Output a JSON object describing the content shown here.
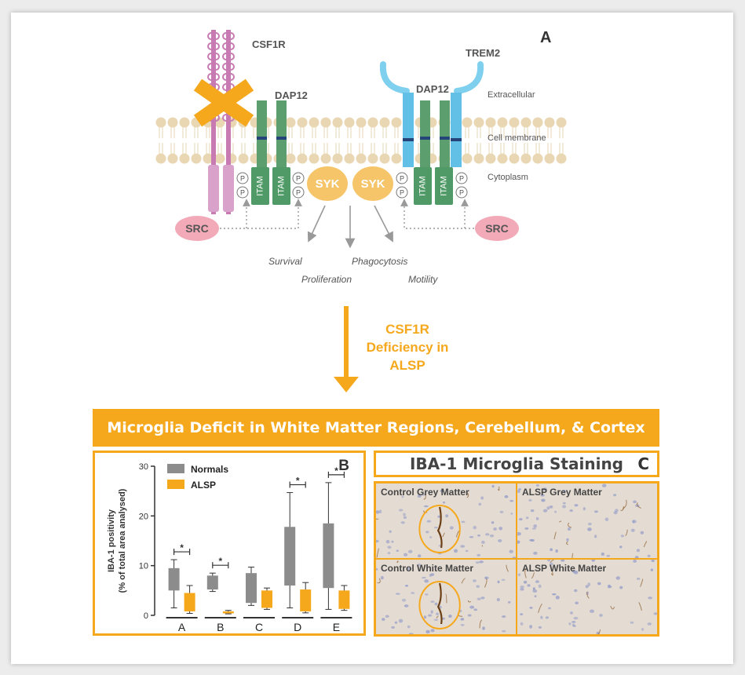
{
  "panel_a": {
    "letter": "A",
    "labels": {
      "csf1r": "CSF1R",
      "dap12_left": "DAP12",
      "dap12_right": "DAP12",
      "trem2": "TREM2",
      "extracellular": "Extracellular",
      "cell_membrane": "Cell membrane",
      "cytoplasm": "Cytoplasm",
      "syk_left": "SYK",
      "syk_right": "SYK",
      "src_left": "SRC",
      "src_right": "SRC",
      "itam": "ITAM",
      "p": "P"
    },
    "outcomes": {
      "survival": "Survival",
      "proliferation": "Proliferation",
      "phagocytosis": "Phagocytosis",
      "motility": "Motility"
    }
  },
  "arrow_label": {
    "line1": "CSF1R",
    "line2": "Deficiency in",
    "line3": "ALSP"
  },
  "banner": "Microglia Deficit in White Matter Regions, Cerebellum, & Cortex",
  "panel_b": {
    "letter": "B",
    "star": "*",
    "chart_data": {
      "type": "box",
      "categories": [
        "A",
        "B",
        "C",
        "D",
        "E"
      ],
      "ylabel_line1": "IBA-1 positivity",
      "ylabel_line2": "(% of total area analysed)",
      "ylim": [
        0,
        30
      ],
      "yticks": [
        "0",
        "10",
        "20",
        "30"
      ],
      "legend_placement": "top-left",
      "significant": [
        true,
        true,
        false,
        true,
        true
      ],
      "series": [
        {
          "name": "Normals",
          "color": "#8c8c8c",
          "boxes": [
            {
              "min": 1.5,
              "q1": 5,
              "q3": 9.5,
              "max": 11.2
            },
            {
              "min": 4.8,
              "q1": 5.2,
              "q3": 8,
              "max": 8.5
            },
            {
              "min": 2,
              "q1": 2.5,
              "q3": 8.5,
              "max": 9.7
            },
            {
              "min": 1.5,
              "q1": 6,
              "q3": 17.8,
              "max": 24.7
            },
            {
              "min": 1.2,
              "q1": 5.5,
              "q3": 18.5,
              "max": 26.7
            }
          ]
        },
        {
          "name": "ALSP",
          "color": "#f5a81c",
          "boxes": [
            {
              "min": 0.4,
              "q1": 0.8,
              "q3": 4.5,
              "max": 6
            },
            {
              "min": 0.3,
              "q1": 0.4,
              "q3": 0.8,
              "max": 1
            },
            {
              "min": 1.2,
              "q1": 1.5,
              "q3": 5,
              "max": 5.5
            },
            {
              "min": 0.5,
              "q1": 0.8,
              "q3": 5.2,
              "max": 6.6
            },
            {
              "min": 1,
              "q1": 1.3,
              "q3": 5,
              "max": 6
            }
          ]
        }
      ]
    }
  },
  "panel_c": {
    "title": "IBA-1 Microglia Staining",
    "letter": "C",
    "cells": [
      "Control Grey Matter",
      "ALSP Grey Matter",
      "Control White Matter",
      "ALSP White Matter"
    ]
  },
  "colors": {
    "accent": "#f5a81c",
    "membrane_head": "#e6d3ae",
    "dap12": "#5c9e6e",
    "trem2": "#6cc4e6",
    "csf1r": "#b55a9a",
    "src": "#f3aab8",
    "syk": "#f6c56a"
  }
}
